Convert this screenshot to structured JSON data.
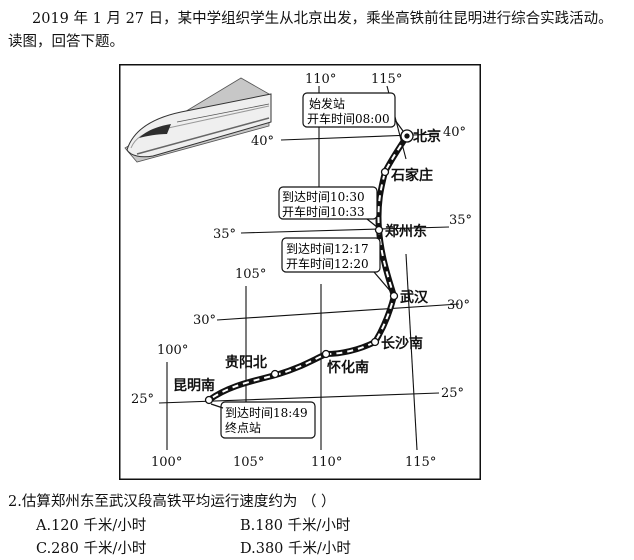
{
  "intro": {
    "line1": "2019 年 1 月 27 日，某中学组织学生从北京出发，乘坐高铁前往昆明进行综合实践活动。",
    "line2": "读图，回答下题。"
  },
  "map": {
    "lon_labels": [
      "110°",
      "115°",
      "105°",
      "100°",
      "105°",
      "110°",
      "115°",
      "100°"
    ],
    "lat_labels": [
      "40°",
      "40°",
      "35°",
      "35°",
      "30°",
      "30°",
      "25°",
      "25°"
    ],
    "stations": {
      "beijing": "北京",
      "shijiazhuang": "石家庄",
      "zhengzhou": "郑州东",
      "wuhan": "武汉",
      "changsha": "长沙南",
      "huaihua": "怀化南",
      "guiyang": "贵阳北",
      "kunming": "昆明南"
    },
    "callouts": {
      "beijing": [
        "始发站",
        "开车时间08:00"
      ],
      "zhengzhou": [
        "到达时间10:30",
        "开车时间10:33"
      ],
      "wuhan": [
        "到达时间12:17",
        "开车时间12:20"
      ],
      "kunming": [
        "到达时间18:49",
        "终点站"
      ]
    }
  },
  "question": {
    "stem": "2.估算郑州东至武汉段高铁平均运行速度约为 （      ）",
    "options": {
      "a": "A.120 千米/小时",
      "b": "B.180 千米/小时",
      "c": "C.280 千米/小时",
      "d": "D.380 千米/小时"
    }
  }
}
